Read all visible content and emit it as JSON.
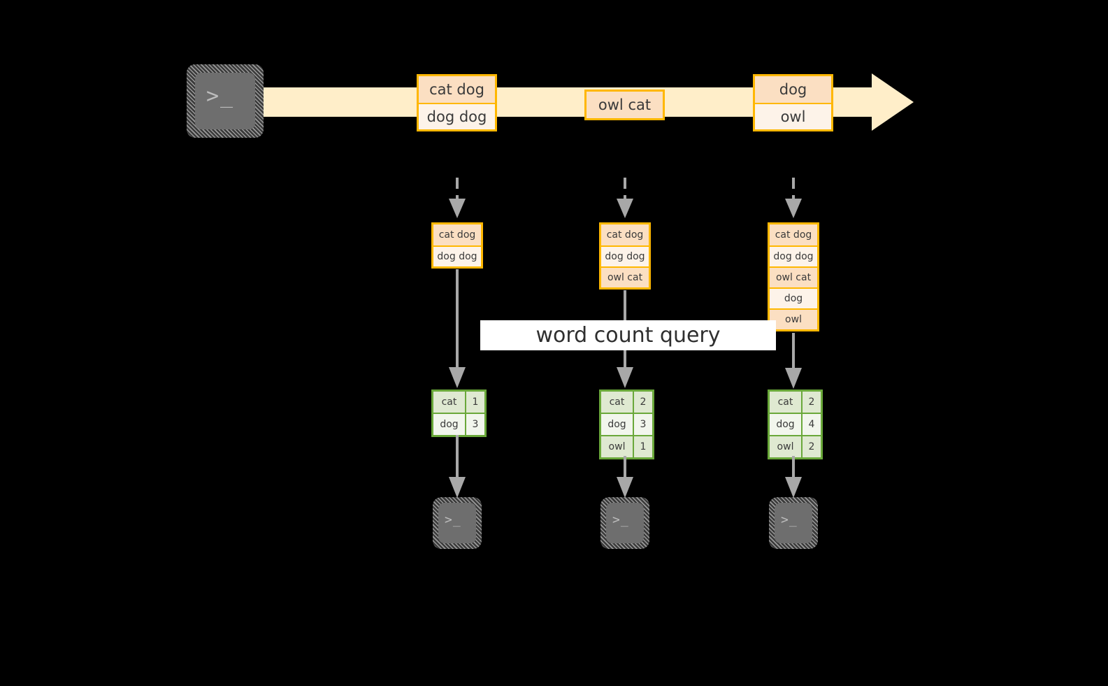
{
  "diagram": {
    "title": "word count query",
    "colors": {
      "background": "#000000",
      "stream_fill": "#ffeec9",
      "record_border": "#ffb700",
      "record_fill_shade": "#fbdfc2",
      "record_fill_light": "#fdf3e9",
      "table_border": "#6aa83a",
      "table_fill_shade": "#dfe9d1",
      "table_fill_light": "#f2f6ed",
      "arrow_gray": "#a8a8a8",
      "terminal_face": "#6e6e6e",
      "banner_fill": "#ffffff"
    },
    "source": {
      "icon": "terminal-icon",
      "prompt": ">_"
    },
    "stream": {
      "icon": "right-block-arrow-icon",
      "batches": [
        {
          "lines": [
            "cat dog",
            "dog dog"
          ]
        },
        {
          "lines": [
            "owl cat"
          ]
        },
        {
          "lines": [
            "dog",
            "owl"
          ]
        }
      ]
    },
    "ingest_arrow_icon": "dashed-down-arrow-icon",
    "query_arrow_icon": "down-arrow-icon",
    "output_arrow_icon": "down-arrow-icon",
    "columns": [
      {
        "name": "snapshot-1",
        "accumulated": [
          "cat dog",
          "dog dog"
        ],
        "result": {
          "rows": [
            {
              "word": "cat",
              "count": "1"
            },
            {
              "word": "dog",
              "count": "3"
            }
          ]
        },
        "sink": {
          "icon": "terminal-icon",
          "prompt": ">_"
        }
      },
      {
        "name": "snapshot-2",
        "accumulated": [
          "cat dog",
          "dog dog",
          "owl cat"
        ],
        "result": {
          "rows": [
            {
              "word": "cat",
              "count": "2"
            },
            {
              "word": "dog",
              "count": "3"
            },
            {
              "word": "owl",
              "count": "1"
            }
          ]
        },
        "sink": {
          "icon": "terminal-icon",
          "prompt": ">_"
        }
      },
      {
        "name": "snapshot-3",
        "accumulated": [
          "cat dog",
          "dog dog",
          "owl cat",
          "dog",
          "owl"
        ],
        "result": {
          "rows": [
            {
              "word": "cat",
              "count": "2"
            },
            {
              "word": "dog",
              "count": "4"
            },
            {
              "word": "owl",
              "count": "2"
            }
          ]
        },
        "sink": {
          "icon": "terminal-icon",
          "prompt": ">_"
        }
      }
    ]
  }
}
